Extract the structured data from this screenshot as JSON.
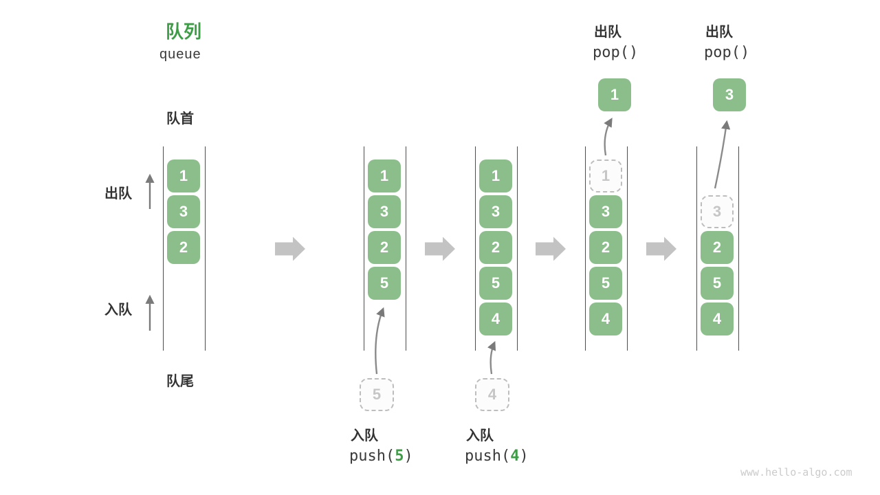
{
  "title": {
    "cn": "队列",
    "en": "queue"
  },
  "side_labels": {
    "front": "队首",
    "dequeue": "出队",
    "enqueue": "入队",
    "rear": "队尾"
  },
  "watermark": "www.hello-algo.com",
  "colors": {
    "accent_green": "#3d9c46",
    "box_green": "#8cbe8c",
    "box_text": "#ffffff",
    "dashed_border": "#bdbdbd",
    "dashed_text": "#c6c6c6",
    "dark_text": "#333333",
    "block_arrow": "#c3c3c3",
    "thin_arrow": "#7a7a7a",
    "watermark_gray": "#cbcbcb"
  },
  "columns": [
    {
      "slots": [
        {
          "value": "1",
          "state": "filled"
        },
        {
          "value": "3",
          "state": "filled"
        },
        {
          "value": "2",
          "state": "filled"
        }
      ]
    },
    {
      "slots": [
        {
          "value": "1",
          "state": "filled"
        },
        {
          "value": "3",
          "state": "filled"
        },
        {
          "value": "2",
          "state": "filled"
        },
        {
          "value": "5",
          "state": "filled"
        }
      ],
      "pending_value": "5",
      "op": {
        "name": "入队",
        "code_fn": "push(",
        "code_arg": "5",
        "code_close": ")"
      }
    },
    {
      "slots": [
        {
          "value": "1",
          "state": "filled"
        },
        {
          "value": "3",
          "state": "filled"
        },
        {
          "value": "2",
          "state": "filled"
        },
        {
          "value": "5",
          "state": "filled"
        },
        {
          "value": "4",
          "state": "filled"
        }
      ],
      "pending_value": "4",
      "op": {
        "name": "入队",
        "code_fn": "push(",
        "code_arg": "4",
        "code_close": ")"
      }
    },
    {
      "slots": [
        {
          "value": "1",
          "state": "popped"
        },
        {
          "value": "3",
          "state": "filled"
        },
        {
          "value": "2",
          "state": "filled"
        },
        {
          "value": "5",
          "state": "filled"
        },
        {
          "value": "4",
          "state": "filled"
        }
      ],
      "popped_value": "1",
      "op": {
        "name": "出队",
        "code": "pop()"
      }
    },
    {
      "slots": [
        {
          "value": "",
          "state": "empty"
        },
        {
          "value": "3",
          "state": "popped"
        },
        {
          "value": "2",
          "state": "filled"
        },
        {
          "value": "5",
          "state": "filled"
        },
        {
          "value": "4",
          "state": "filled"
        }
      ],
      "popped_value": "3",
      "op": {
        "name": "出队",
        "code": "pop()"
      }
    }
  ]
}
